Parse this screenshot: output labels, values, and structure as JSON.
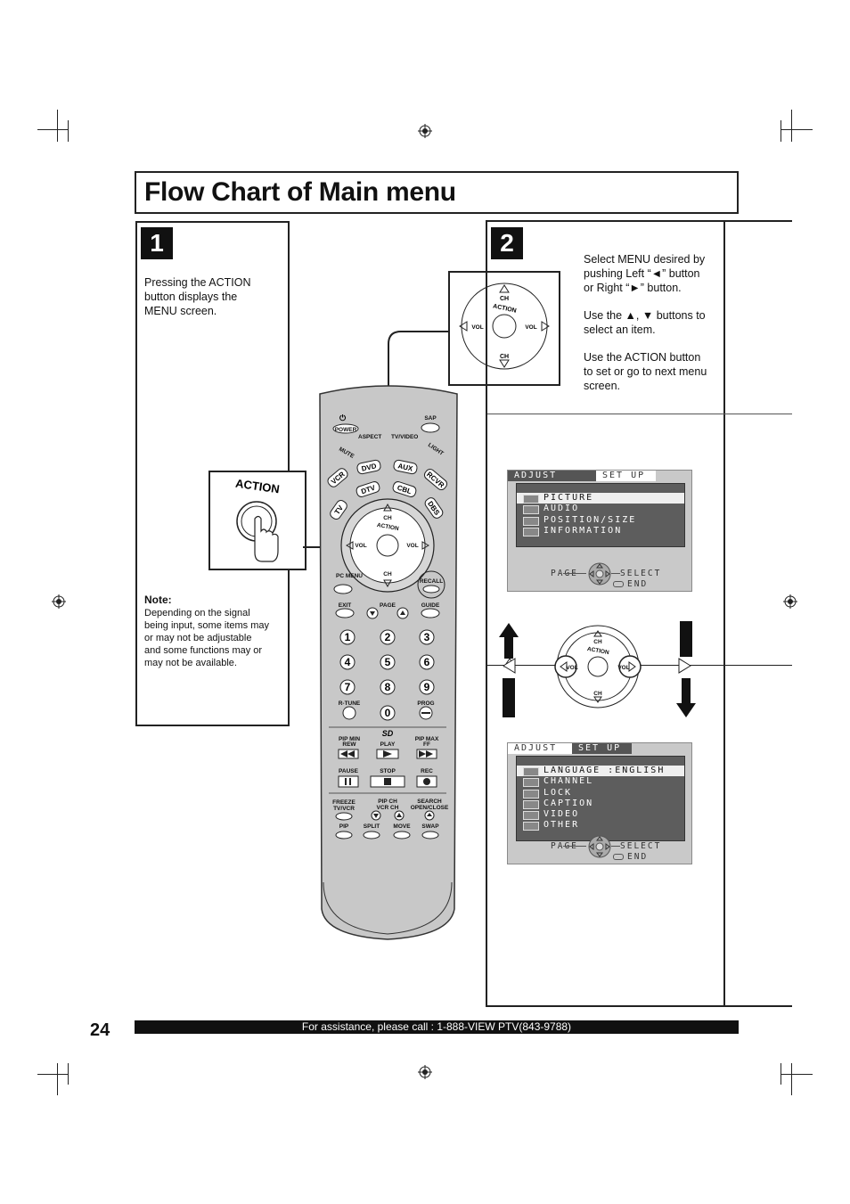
{
  "header": {
    "title": "Flow Chart of Main menu"
  },
  "step1": {
    "number": "1",
    "text_lines": [
      "Pressing the ACTION",
      "button displays the",
      "MENU screen."
    ],
    "note_heading": "Note:",
    "note_lines": [
      "Depending on the signal",
      "being input, some items may",
      "or may not be adjustable",
      "and some functions may or",
      "may not be available."
    ],
    "action_label": "ACTION"
  },
  "step2": {
    "number": "2",
    "para1": [
      "Select MENU desired by",
      "pushing Left “◄” button",
      "or Right “►” button."
    ],
    "para2": [
      "Use the ▲, ▼ buttons to",
      "select an item."
    ],
    "para3": [
      "Use the ACTION button",
      "to set or go to next menu",
      "screen."
    ]
  },
  "menu_adjust": {
    "tab_active": "ADJUST",
    "tab_inactive": "SET UP",
    "items": [
      "PICTURE",
      "AUDIO",
      "POSITION/SIZE",
      "INFORMATION"
    ],
    "selected_index": 0,
    "footer_page": "PAGE",
    "footer_select": "SELECT",
    "footer_end": "END"
  },
  "menu_setup": {
    "tab_inactive": "ADJUST",
    "tab_active": "SET UP",
    "items": [
      "LANGUAGE :ENGLISH",
      "CHANNEL",
      "LOCK",
      "CAPTION",
      "VIDEO",
      "OTHER"
    ],
    "selected_index": 0,
    "footer_page": "PAGE",
    "footer_select": "SELECT",
    "footer_end": "END"
  },
  "pad_labels": {
    "ch": "CH",
    "action": "ACTION",
    "vol": "VOL"
  },
  "remote": {
    "power": "POWER",
    "sap": "SAP",
    "mute": "MUTE",
    "aspect": "ASPECT",
    "tvvideo": "TV/VIDEO",
    "light": "LIGHT",
    "vcr": "VCR",
    "dvd": "DVD",
    "aux": "AUX",
    "rcvr": "RCVR",
    "tv": "TV",
    "dtv": "DTV",
    "cbl": "CBL",
    "dbs": "DBS",
    "pcmenu": "PC MENU",
    "recall": "RECALL",
    "exit": "EXIT",
    "page": "PAGE",
    "guide": "GUIDE",
    "digits": [
      "1",
      "2",
      "3",
      "4",
      "5",
      "6",
      "7",
      "8",
      "9",
      "0"
    ],
    "rtune": "R-TUNE",
    "prog": "PROG",
    "pipmin": "PIP MIN",
    "rew": "REW",
    "play": "PLAY",
    "pipmax": "PIP MAX",
    "ff": "FF",
    "pause": "PAUSE",
    "stop": "STOP",
    "rec": "REC",
    "freeze": "FREEZE",
    "tvvcr": "TV/VCR",
    "pipch": "PIP CH",
    "vcrch": "VCR CH",
    "search": "SEARCH",
    "openclose": "OPEN/CLOSE",
    "pip": "PIP",
    "split": "SPLIT",
    "move": "MOVE",
    "swap": "SWAP"
  },
  "footer": {
    "page_number": "24",
    "assistance": "For assistance, please call : 1-888-VIEW PTV(843-9788)"
  }
}
